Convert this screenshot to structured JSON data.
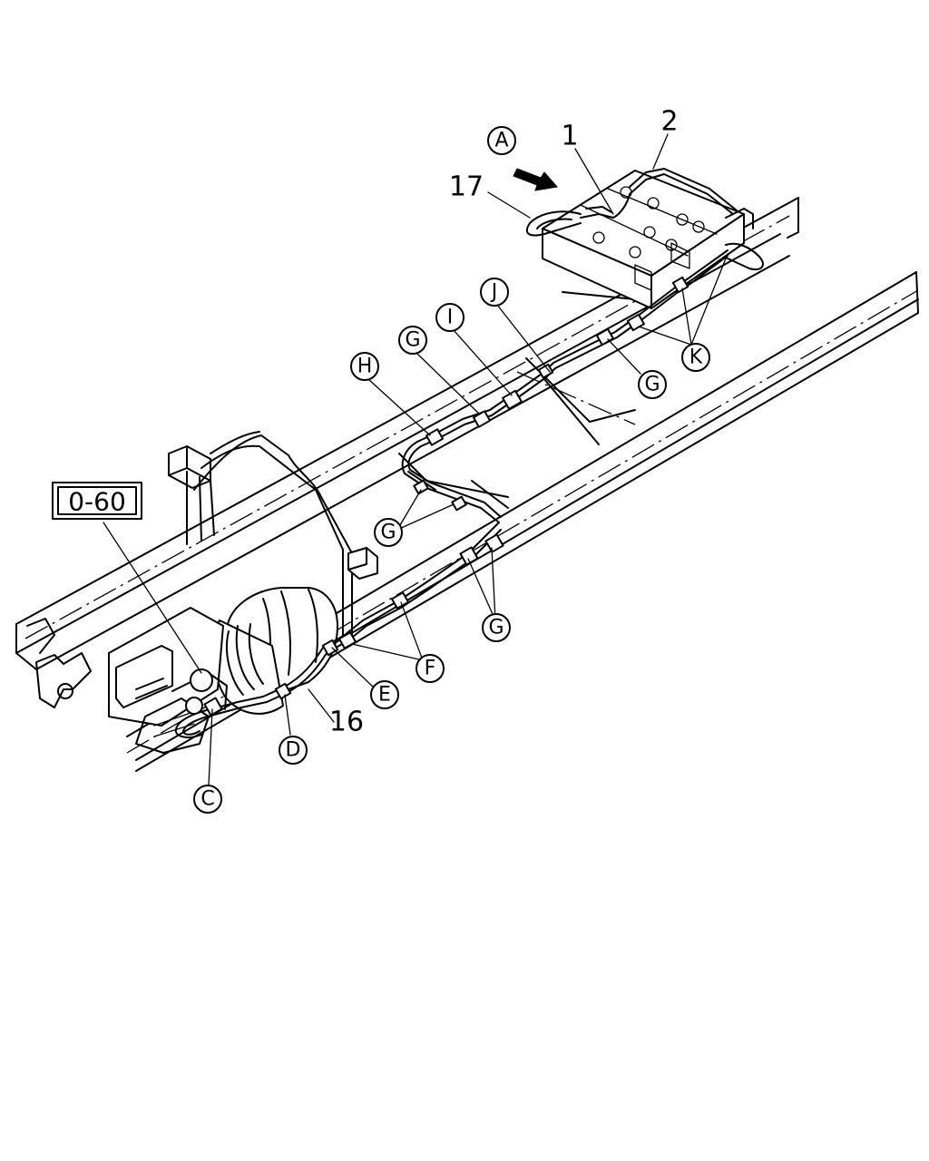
{
  "diagram": {
    "reference_box": "0-60",
    "view_marker": "A",
    "part_numbers": {
      "p1": "1",
      "p2": "2",
      "p16": "16",
      "p17": "17"
    },
    "clip_labels": {
      "c": "C",
      "d": "D",
      "e": "E",
      "f": "F",
      "g1": "G",
      "g2": "G",
      "g3": "G",
      "g4": "G",
      "h": "H",
      "i": "I",
      "j": "J",
      "k": "K"
    }
  }
}
